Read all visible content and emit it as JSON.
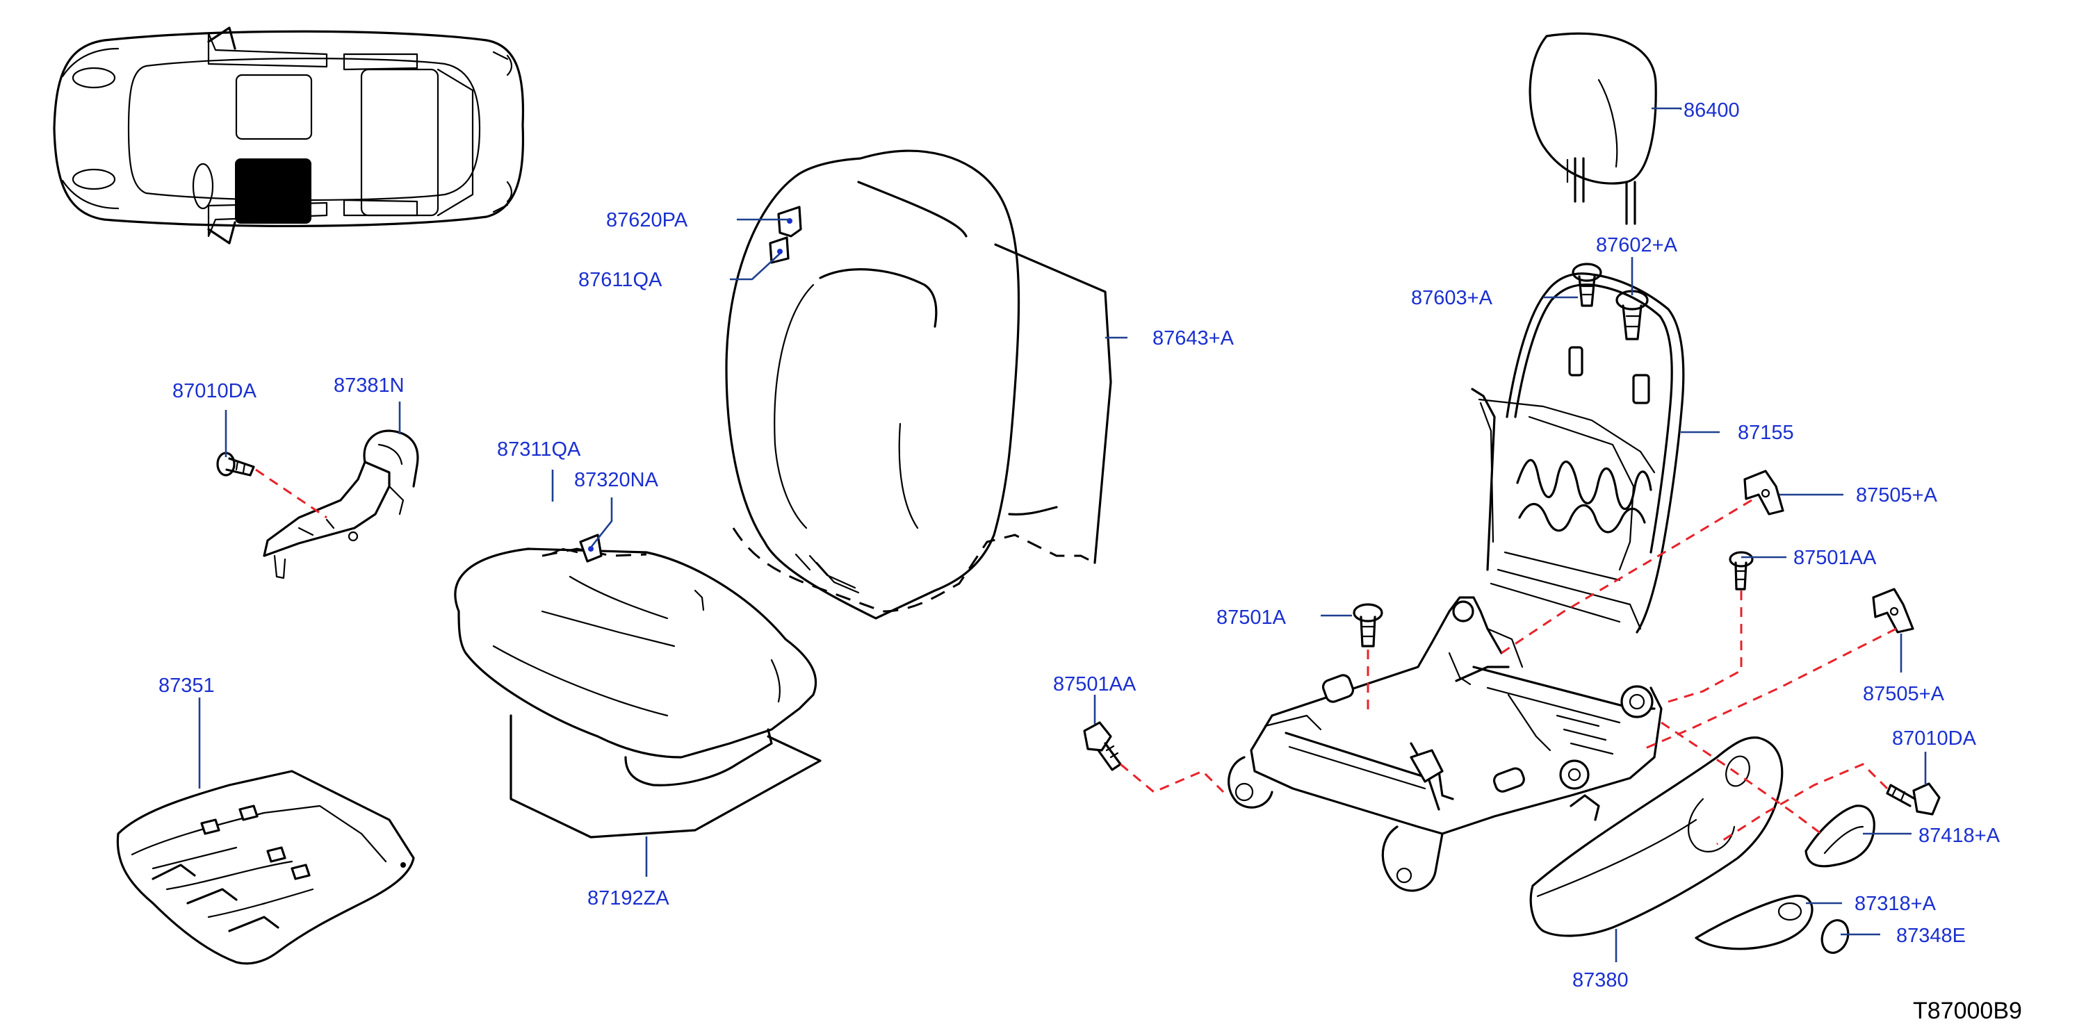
{
  "diagram_code": "T87000B9",
  "colors": {
    "label": "#1a2fd0",
    "leader": "#1f3f8f",
    "dashed_path": "#e8222a",
    "line": "#000000"
  },
  "labels": {
    "p86400": "86400",
    "p87602A": "87602+A",
    "p87603A": "87603+A",
    "p87643A": "87643+A",
    "p87620PA": "87620PA",
    "p87611QA": "87611QA",
    "p87155": "87155",
    "p87505A_1": "87505+A",
    "p87501AA_top": "87501AA",
    "p87010DA_left": "87010DA",
    "p87381N": "87381N",
    "p87311QA": "87311QA",
    "p87320NA": "87320NA",
    "p87501A": "87501A",
    "p87505A_2": "87505+A",
    "p87351": "87351",
    "p87501AA": "87501AA",
    "p87010DA_right": "87010DA",
    "p87418A": "87418+A",
    "p87192ZA": "87192ZA",
    "p87318A": "87318+A",
    "p87348E": "87348E",
    "p87380": "87380"
  }
}
